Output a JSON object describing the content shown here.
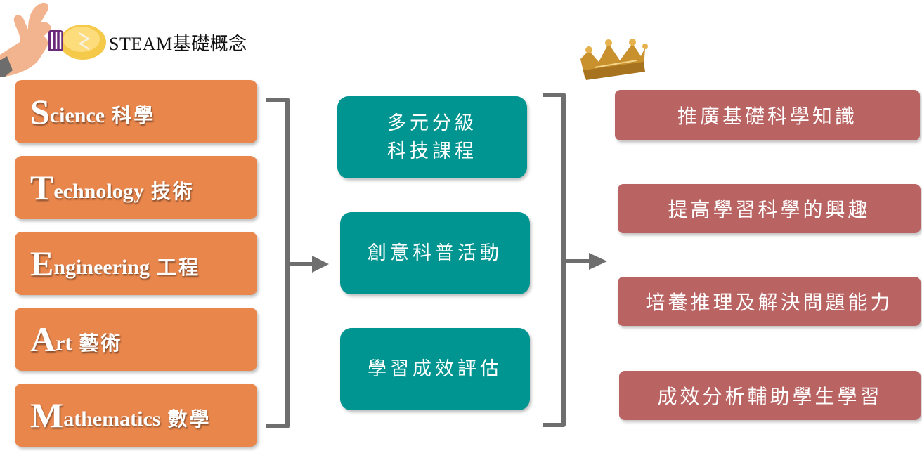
{
  "header": {
    "title": "STEAM基礎概念"
  },
  "steam": [
    {
      "letter": "S",
      "rest": "cience",
      "zh": "科學"
    },
    {
      "letter": "T",
      "rest": "echnology",
      "zh": "技術"
    },
    {
      "letter": "E",
      "rest": "ngineering",
      "zh": "工程"
    },
    {
      "letter": "A",
      "rest": "rt",
      "zh": "藝術"
    },
    {
      "letter": "M",
      "rest": "athematics",
      "zh": "數學"
    }
  ],
  "methods": [
    {
      "line1": "多元分級",
      "line2": "科技課程"
    },
    {
      "line1": "創意科普活動",
      "line2": ""
    },
    {
      "line1": "學習成效評估",
      "line2": ""
    }
  ],
  "outcomes": [
    "推廣基礎科學知識",
    "提高學習科學的興趣",
    "培養推理及解決問題能力",
    "成效分析輔助學生學習"
  ],
  "colors": {
    "steam": "#e8864c",
    "method": "#009590",
    "outcome": "#b96362",
    "connector": "#6e6e6e",
    "crown": "#c9902e"
  },
  "icons": [
    "hand-holding-lightbulb-logo-icon",
    "crown-icon"
  ]
}
